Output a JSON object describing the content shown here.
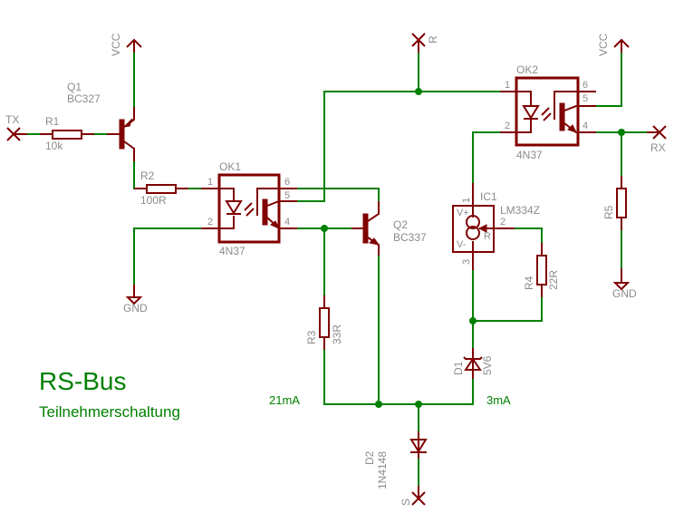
{
  "title": "RS-Bus",
  "subtitle": "Teilnehmerschaltung",
  "currents": {
    "left": "21mA",
    "right": "3mA"
  },
  "ports": {
    "tx": "TX",
    "rx": "RX",
    "r": "R",
    "s": "S"
  },
  "supplies": {
    "vcc1": "VCC",
    "vcc2": "VCC",
    "gnd1": "GND",
    "gnd2": "GND"
  },
  "parts": {
    "q1": {
      "name": "Q1",
      "value": "BC327"
    },
    "q2": {
      "name": "Q2",
      "value": "BC337"
    },
    "r1": {
      "name": "R1",
      "value": "10k"
    },
    "r2": {
      "name": "R2",
      "value": "100R"
    },
    "r3": {
      "name": "R3",
      "value": "33R"
    },
    "r4": {
      "name": "R4",
      "value": "22R"
    },
    "r5": {
      "name": "R5",
      "value": ""
    },
    "ok1": {
      "name": "OK1",
      "value": "4N37"
    },
    "ok2": {
      "name": "OK2",
      "value": "4N37"
    },
    "ic1": {
      "name": "IC1",
      "value": "LM334Z"
    },
    "d1": {
      "name": "D1",
      "value": "5V6"
    },
    "d2": {
      "name": "D2",
      "value": "1N4148"
    }
  },
  "pins": {
    "p1": "1",
    "p2": "2",
    "p3": "3",
    "p4": "4",
    "p5": "5",
    "p6": "6",
    "vplus": "V+",
    "vminus": "V-",
    "r": "R"
  },
  "colors": {
    "wire": "#008000",
    "part": "#800000",
    "label": "#8c8c8c"
  }
}
